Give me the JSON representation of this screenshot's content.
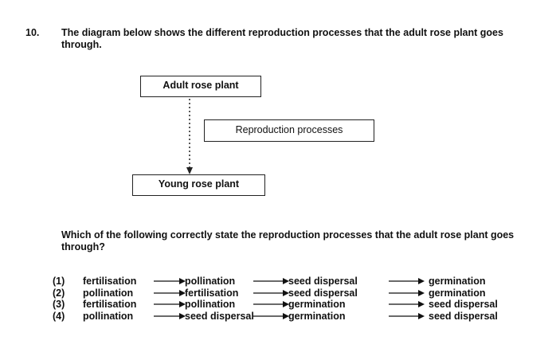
{
  "question": {
    "number": "10.",
    "text": "The diagram below shows the different reproduction processes that the adult rose plant goes through."
  },
  "diagram": {
    "top_box": "Adult rose plant",
    "middle_box": "Reproduction processes",
    "bottom_box": "Young rose plant"
  },
  "sub_question": "Which of the following correctly state the reproduction processes that the adult rose plant goes through?",
  "options": [
    {
      "label": "(1)",
      "steps": [
        "fertilisation",
        "pollination",
        "seed dispersal",
        "germination"
      ]
    },
    {
      "label": "(2)",
      "steps": [
        "pollination",
        "fertilisation",
        "seed dispersal",
        "germination"
      ]
    },
    {
      "label": "(3)",
      "steps": [
        "fertilisation",
        "pollination",
        "germination",
        "seed dispersal"
      ]
    },
    {
      "label": "(4)",
      "steps": [
        "pollination",
        "seed dispersal",
        "germination",
        "seed dispersal"
      ]
    }
  ]
}
